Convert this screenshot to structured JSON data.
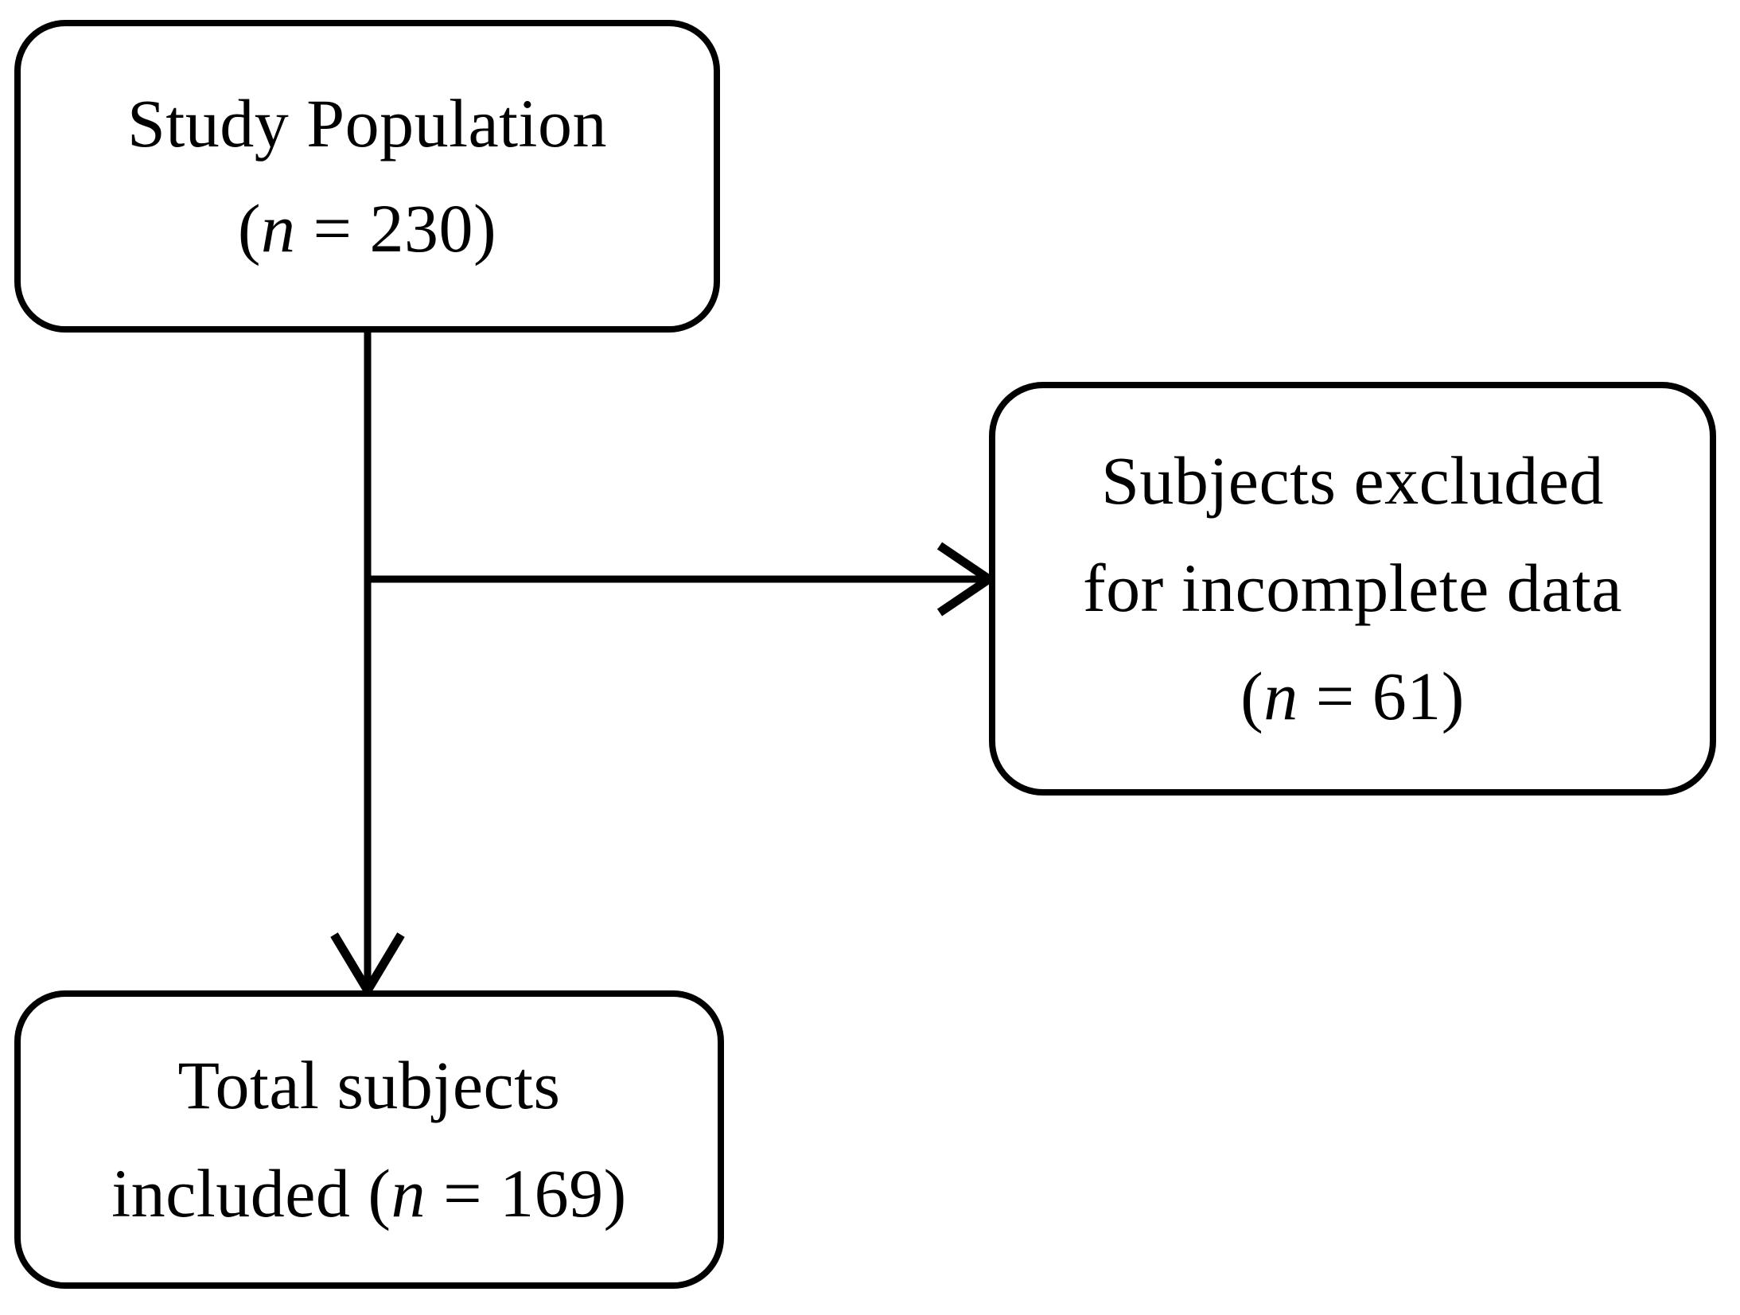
{
  "diagram": {
    "type": "flowchart",
    "title": "Study population flow diagram",
    "background_color": "#ffffff",
    "stroke_color": "#000000",
    "nodes": [
      {
        "id": "study-population",
        "name": "study-population-box",
        "shape": "rounded-rectangle",
        "lines": [
          {
            "text": "Study Population"
          },
          {
            "prefix": "(",
            "variable": "n",
            "equals": " = ",
            "value": "230",
            "suffix": ")"
          }
        ],
        "line1": "Study Population",
        "count": "230"
      },
      {
        "id": "subjects-excluded",
        "name": "subjects-excluded-box",
        "shape": "rounded-rectangle",
        "lines": [
          {
            "text": "Subjects excluded"
          },
          {
            "text": "for incomplete data"
          },
          {
            "prefix": "(",
            "variable": "n",
            "equals": " = ",
            "value": "61",
            "suffix": ")"
          }
        ],
        "line1": "Subjects excluded",
        "line2": "for incomplete data",
        "count": "61"
      },
      {
        "id": "total-included",
        "name": "total-subjects-included-box",
        "shape": "rounded-rectangle",
        "lines": [
          {
            "text": "Total subjects"
          },
          {
            "prefix": "included (",
            "variable": "n",
            "equals": " = ",
            "value": "169",
            "suffix": ")"
          }
        ],
        "line1": "Total subjects",
        "line2_prefix": "included (",
        "count": "169"
      }
    ],
    "edges": [
      {
        "id": "edge-population-to-excluded",
        "name": "arrow-to-excluded",
        "from": "study-population",
        "to": "subjects-excluded",
        "direction": "right",
        "arrowhead": "open-v"
      },
      {
        "id": "edge-population-to-included",
        "name": "arrow-to-included",
        "from": "study-population",
        "to": "total-included",
        "direction": "down",
        "arrowhead": "open-v"
      }
    ],
    "symbols": {
      "variable_n": "n",
      "equals": " = ",
      "paren_open": "(",
      "paren_close": ")"
    }
  }
}
